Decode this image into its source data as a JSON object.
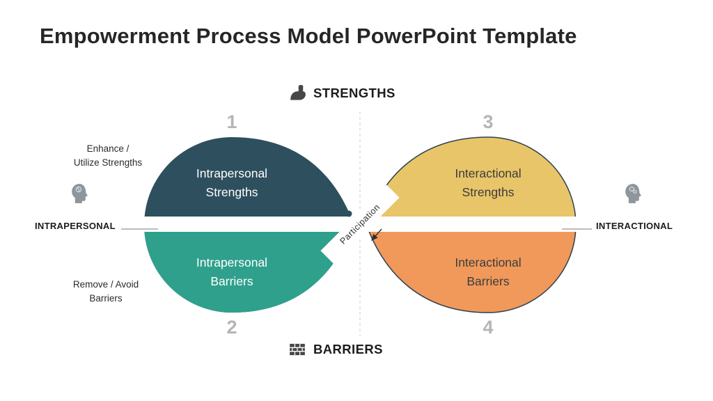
{
  "slide": {
    "title": "Empowerment Process Model PowerPoint Template"
  },
  "colors": {
    "intrapersonal_strengths": "#2e4f5d",
    "intrapersonal_barriers": "#2fa08c",
    "interactional_strengths": "#e9c569",
    "interactional_barriers": "#f0995b",
    "shape_outline": "#2e3f4c",
    "number_gray": "#b5b5b5",
    "dashed_line_gray": "#cdcdcd",
    "connector_gray": "#a6a6a6",
    "icon_gray": "#8e969d",
    "icon_dark": "#474747",
    "text_dark": "#262626",
    "quadrant_text_light": "#ffffff",
    "quadrant_text_dark": "#3c3c3c"
  },
  "diagram": {
    "axes": {
      "top": {
        "label": "STRENGTHS",
        "icon": "muscle-icon"
      },
      "bottom": {
        "label": "BARRIERS",
        "icon": "brick-wall-icon"
      },
      "left": {
        "label": "INTRAPERSONAL",
        "icon": "head-brain-icon"
      },
      "right": {
        "label": "INTERACTIONAL",
        "icon": "head-gears-icon"
      }
    },
    "center_label": "Participation",
    "quadrants": [
      {
        "number": "1",
        "label": "Intrapersonal\nStrengths",
        "color": "#2e4f5d"
      },
      {
        "number": "2",
        "label": "Intrapersonal\nBarriers",
        "color": "#2fa08c"
      },
      {
        "number": "3",
        "label": "Interactional\nStrengths",
        "color": "#e9c569"
      },
      {
        "number": "4",
        "label": "Interactional\nBarriers",
        "color": "#f0995b"
      }
    ],
    "annotations": [
      {
        "text": "Enhance /\nUtilize Strengths"
      },
      {
        "text": "Remove / Avoid\nBarriers"
      }
    ]
  }
}
